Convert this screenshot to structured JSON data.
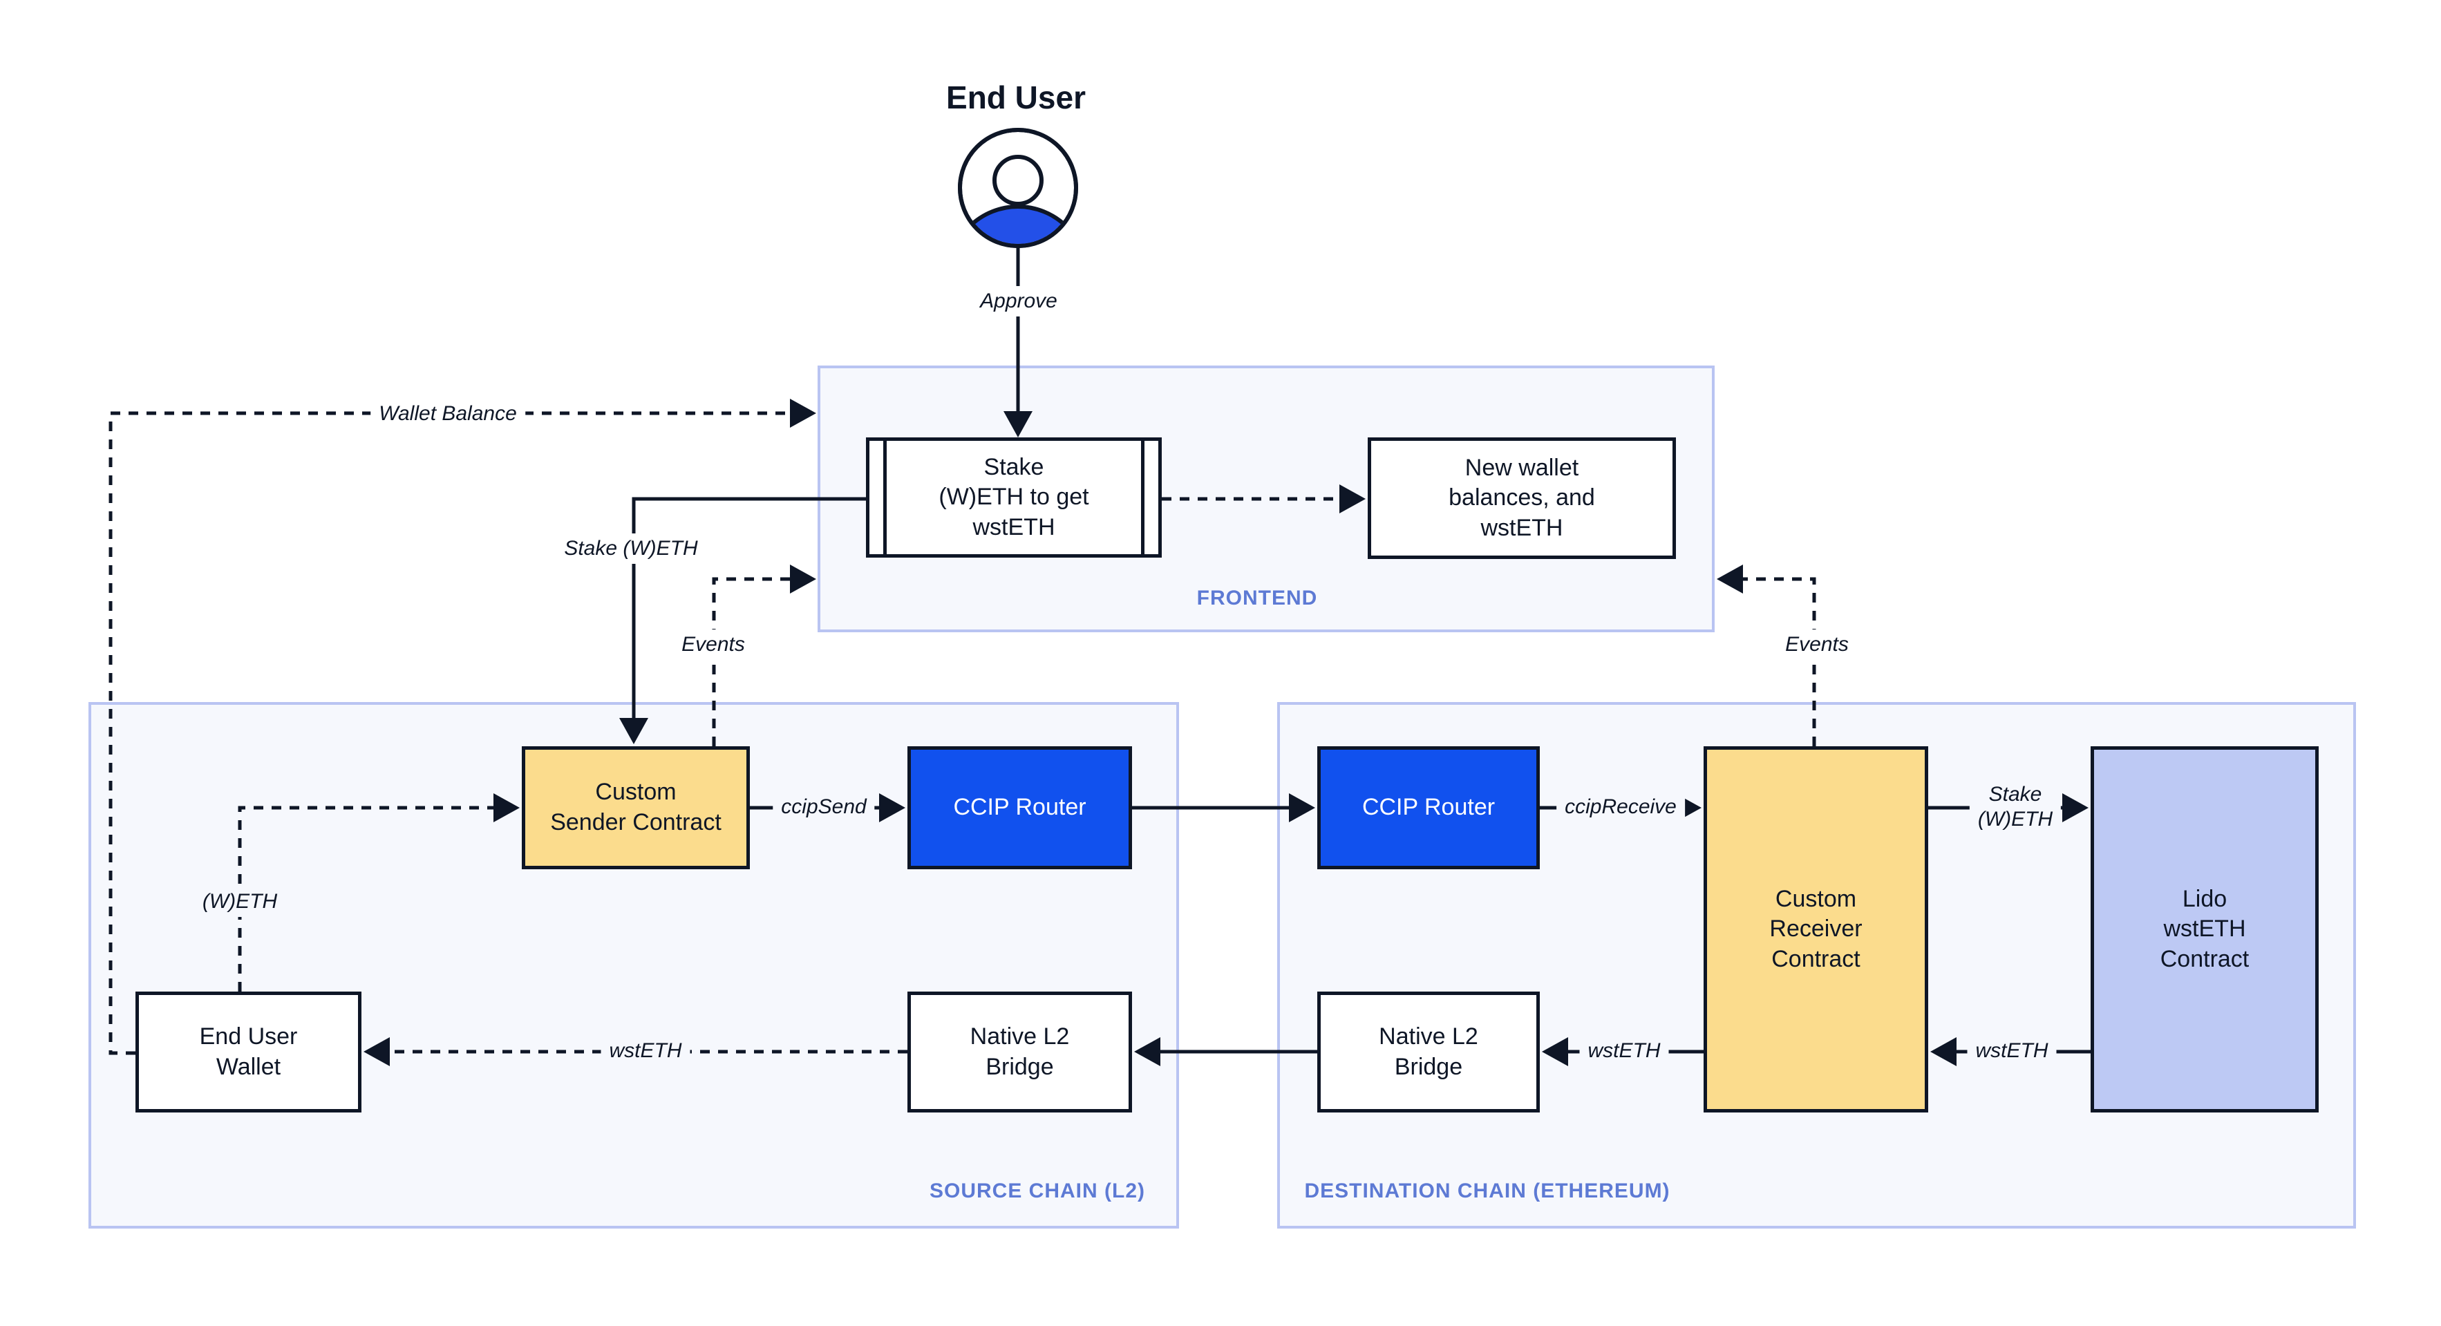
{
  "colors": {
    "line": "#0E1626",
    "yellow": "#FBDC8D",
    "blue": "#1151EE",
    "periwinkle": "#BDC9F4",
    "container_bg": "#F6F8FD",
    "container_border": "#B9C4F2",
    "chain_label": "#5D7AD4",
    "white": "#FFFFFF"
  },
  "user": {
    "title": "End User",
    "icon": "person-icon"
  },
  "containers": {
    "frontend": {
      "label": "FRONTEND"
    },
    "source": {
      "label": "SOURCE CHAIN (L2)"
    },
    "destination": {
      "label": "DESTINATION CHAIN (ETHEREUM)"
    }
  },
  "nodes": {
    "stake_form": {
      "label": "Stake\n(W)ETH to get\nwstETH"
    },
    "new_wallet": {
      "label": "New wallet\nbalances, and\nwstETH"
    },
    "custom_sender": {
      "label": "Custom\nSender Contract"
    },
    "ccip_router_src": {
      "label": "CCIP Router"
    },
    "ccip_router_dst": {
      "label": "CCIP Router"
    },
    "custom_receiver": {
      "label": "Custom\nReceiver\nContract"
    },
    "lido": {
      "label": "Lido\nwstETH\nContract"
    },
    "end_user_wallet": {
      "label": "End User\nWallet"
    },
    "bridge_src": {
      "label": "Native L2\nBridge"
    },
    "bridge_dst": {
      "label": "Native L2\nBridge"
    }
  },
  "edges": {
    "approve": {
      "label": "Approve",
      "style": "solid"
    },
    "wallet_balance": {
      "label": "Wallet Balance",
      "style": "dashed"
    },
    "stake_weth_left": {
      "label": "Stake (W)ETH",
      "style": "solid"
    },
    "events_left": {
      "label": "Events",
      "style": "dashed"
    },
    "weth": {
      "label": "(W)ETH",
      "style": "dashed"
    },
    "ccip_send": {
      "label": "ccipSend",
      "style": "solid"
    },
    "ccip_receive": {
      "label": "ccipReceive",
      "style": "solid"
    },
    "stake_weth_right": {
      "label": "Stake\n(W)ETH",
      "style": "solid"
    },
    "wsteth_lido_to_receiver": {
      "label": "wstETH",
      "style": "solid"
    },
    "wsteth_receiver_to_bridge": {
      "label": "wstETH",
      "style": "solid"
    },
    "wsteth_bridge_to_wallet": {
      "label": "wstETH",
      "style": "dashed"
    },
    "events_right": {
      "label": "Events",
      "style": "dashed"
    }
  }
}
